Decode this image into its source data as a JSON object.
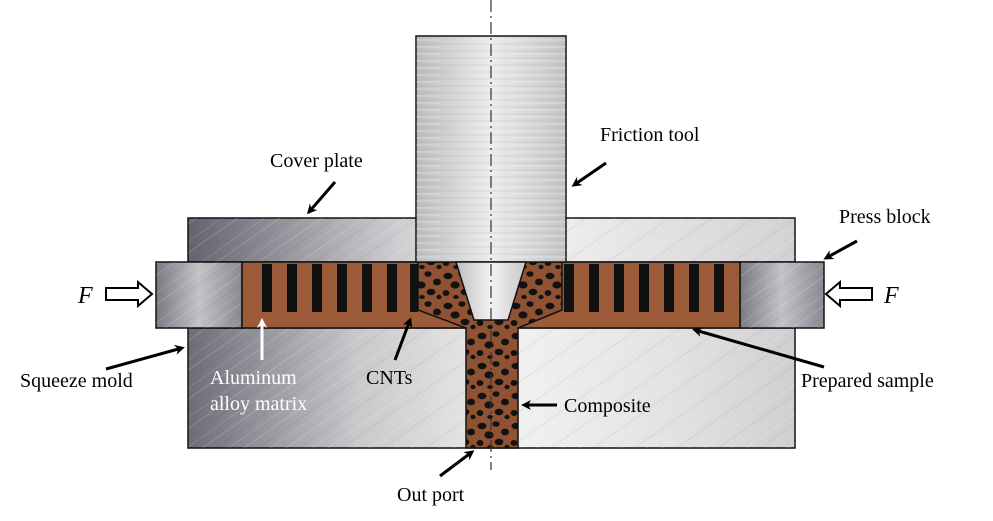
{
  "labels": {
    "friction_tool": "Friction tool",
    "cover_plate": "Cover plate",
    "press_block": "Press block",
    "force_left": "F",
    "force_right": "F",
    "squeeze_mold": "Squeeze mold",
    "aluminum_line1": "Aluminum",
    "aluminum_line2": "alloy matrix",
    "cnts": "CNTs",
    "prepared_sample": "Prepared sample",
    "composite": "Composite",
    "out_port": "Out port"
  },
  "colors": {
    "metal_dark": "#6d6d78",
    "metal_light": "#e6e6e6",
    "copper": "#9c5b38",
    "cnt_black": "#111111",
    "tool_light": "#d8d8d8",
    "background": "#ffffff"
  }
}
